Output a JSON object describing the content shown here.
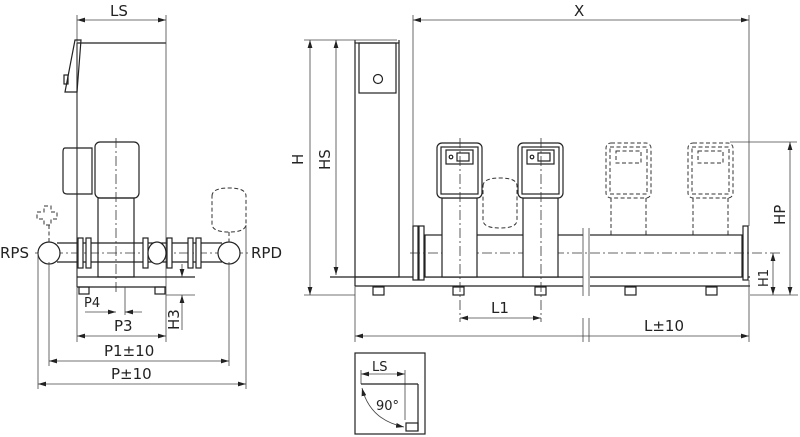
{
  "side_view": {
    "ls": "LS",
    "rps": "RPS",
    "rpd": "RPD",
    "p4": "P4",
    "p3": "P3",
    "h3": "H3",
    "p1": "P1±10",
    "p": "P±10"
  },
  "front_view": {
    "x": "X",
    "h": "H",
    "hs": "HS",
    "hp": "HP",
    "h1": "H1",
    "l1": "L1",
    "l": "L±10"
  },
  "inset": {
    "ls": "LS",
    "angle": "90°"
  }
}
